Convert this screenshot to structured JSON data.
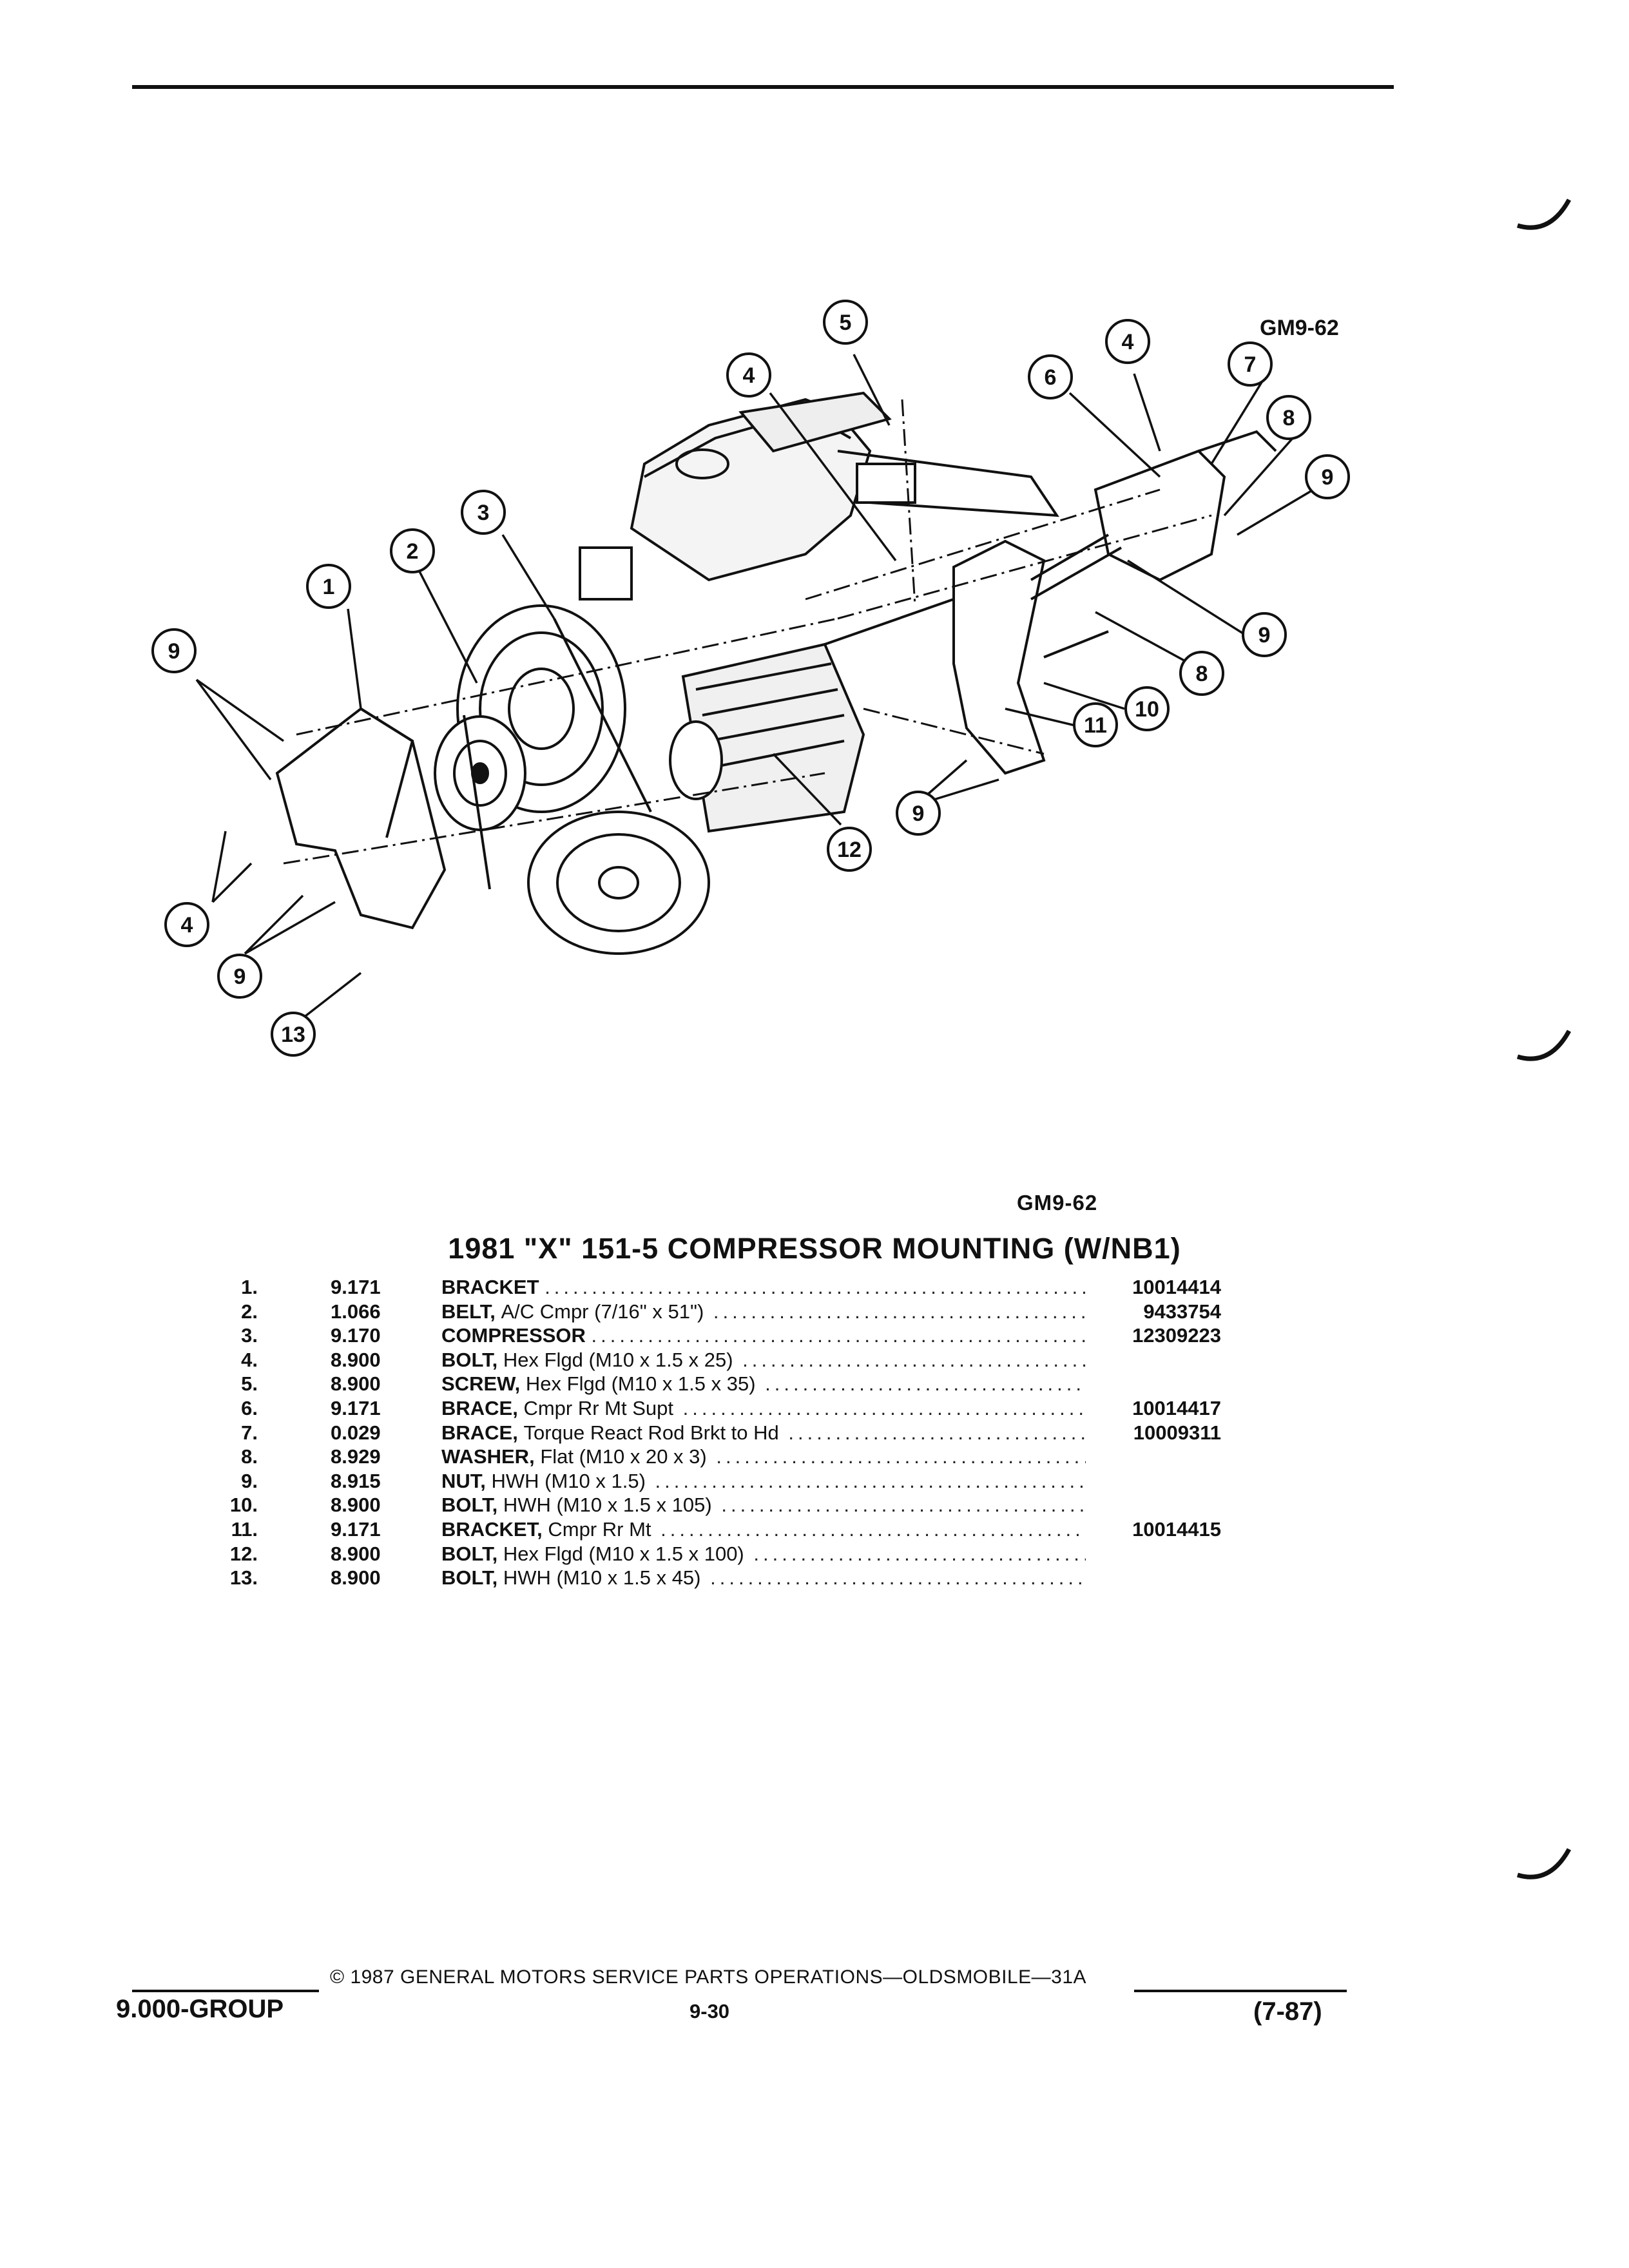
{
  "figure": {
    "code_top": "GM9-62",
    "code_bottom": "GM9-62",
    "callouts": [
      "1",
      "2",
      "3",
      "4",
      "4",
      "4",
      "5",
      "6",
      "7",
      "8",
      "8",
      "9",
      "9",
      "9",
      "9",
      "9",
      "10",
      "11",
      "12",
      "13"
    ]
  },
  "title": "1981 \"X\" 151-5 COMPRESSOR MOUNTING (W/NB1)",
  "parts": [
    {
      "num": "1.",
      "group": "9.171",
      "name": "BRACKET",
      "detail": "",
      "part_no": "10014414"
    },
    {
      "num": "2.",
      "group": "1.066",
      "name": "BELT,",
      "detail": "A/C Cmpr (7/16\" x 51\")",
      "part_no": "9433754"
    },
    {
      "num": "3.",
      "group": "9.170",
      "name": "COMPRESSOR",
      "detail": "",
      "part_no": "12309223"
    },
    {
      "num": "4.",
      "group": "8.900",
      "name": "BOLT,",
      "detail": "Hex Flgd (M10 x 1.5 x 25)",
      "part_no": ""
    },
    {
      "num": "5.",
      "group": "8.900",
      "name": "SCREW,",
      "detail": "Hex Flgd (M10 x 1.5 x 35)",
      "part_no": ""
    },
    {
      "num": "6.",
      "group": "9.171",
      "name": "BRACE,",
      "detail": "Cmpr Rr Mt Supt",
      "part_no": "10014417"
    },
    {
      "num": "7.",
      "group": "0.029",
      "name": "BRACE,",
      "detail": "Torque React Rod Brkt to Hd",
      "part_no": "10009311"
    },
    {
      "num": "8.",
      "group": "8.929",
      "name": "WASHER,",
      "detail": "Flat (M10 x 20 x 3)",
      "part_no": ""
    },
    {
      "num": "9.",
      "group": "8.915",
      "name": "NUT,",
      "detail": "HWH (M10 x 1.5)",
      "part_no": ""
    },
    {
      "num": "10.",
      "group": "8.900",
      "name": "BOLT,",
      "detail": "HWH (M10 x 1.5 x 105)",
      "part_no": ""
    },
    {
      "num": "11.",
      "group": "9.171",
      "name": "BRACKET,",
      "detail": "Cmpr Rr Mt",
      "part_no": "10014415"
    },
    {
      "num": "12.",
      "group": "8.900",
      "name": "BOLT,",
      "detail": "Hex Flgd (M10 x 1.5 x 100)",
      "part_no": ""
    },
    {
      "num": "13.",
      "group": "8.900",
      "name": "BOLT,",
      "detail": "HWH (M10 x 1.5 x 45)",
      "part_no": ""
    }
  ],
  "footer": {
    "group": "9.000-GROUP",
    "copyright": "© 1987 GENERAL MOTORS SERVICE PARTS OPERATIONS—OLDSMOBILE—31A",
    "page": "9-30",
    "date": "(7-87)"
  }
}
